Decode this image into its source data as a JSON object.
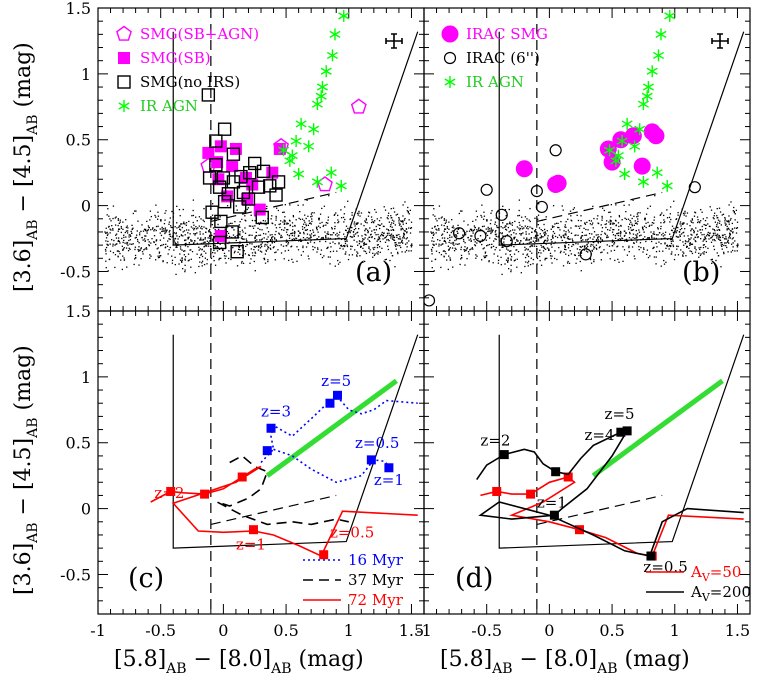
{
  "figure": {
    "xlabel_main": "[5.8]",
    "xlabel_sub1": "AB",
    "xlabel_mid": " − [8.0]",
    "xlabel_sub2": "AB",
    "xlabel_unit": " (mag)",
    "ylabel_main": "[3.6]",
    "ylabel_sub1": "AB",
    "ylabel_mid": " − [4.5]",
    "ylabel_sub2": "AB",
    "ylabel_unit": " (mag)",
    "x_tick_labels": [
      "-1",
      "-0.5",
      "0",
      "0.5",
      "1",
      "1.5"
    ],
    "y_tick_labels": [
      "-0.5",
      "0",
      "0.5",
      "1",
      "1.5"
    ],
    "panel_labels": [
      "(a)",
      "(b)",
      "(c)",
      "(d)"
    ]
  },
  "chart_data": [
    {
      "panel": "(a)",
      "type": "scatter",
      "xlim": [
        -1.0,
        1.6
      ],
      "ylim": [
        -0.8,
        1.5
      ],
      "legend_position": "top-left",
      "selection_wedge": [
        [
          -0.4,
          -0.3
        ],
        [
          0.98,
          -0.25
        ],
        [
          1.55,
          1.32
        ],
        [
          -0.4,
          1.32
        ]
      ],
      "vertical_solid_x": -0.4,
      "vertical_dashed_x": -0.1,
      "dashed_line": [
        [
          -0.1,
          -0.12
        ],
        [
          0.9,
          0.1
        ]
      ],
      "error_bar_label": "+",
      "series": [
        {
          "name": "SMG(SB+AGN)",
          "color": "#ff00ff",
          "marker": "open pentagon",
          "x": [
            -0.12,
            0.46,
            0.81,
            1.08
          ],
          "y": [
            0.3,
            0.45,
            0.16,
            0.75
          ]
        },
        {
          "name": "SMG(SB)",
          "color": "#ff00ff",
          "marker": "filled square",
          "x": [
            -0.12,
            -0.02,
            0.07,
            0.1,
            0.18,
            -0.05,
            0.23,
            -0.04,
            0.45,
            0.29,
            0.03,
            0.19,
            0.39,
            -0.02
          ],
          "y": [
            0.4,
            0.45,
            0.3,
            0.43,
            0.21,
            0.33,
            0.16,
            0.2,
            0.43,
            -0.03,
            0.07,
            0.05,
            0.25,
            -0.23
          ]
        },
        {
          "name": "SMG(no IRS)",
          "color": "#000000",
          "marker": "open square",
          "x": [
            -0.12,
            -0.06,
            0.01,
            0.08,
            -0.06,
            0.0,
            0.08,
            0.14,
            0.21,
            -0.11,
            -0.03,
            0.04,
            0.16,
            0.25,
            0.32,
            -0.09,
            0.01,
            0.13,
            0.28,
            0.2,
            -0.02,
            0.31,
            0.44,
            0.37,
            0.42,
            0.07,
            -0.03,
            0.11
          ],
          "y": [
            0.84,
            0.49,
            0.58,
            0.39,
            0.31,
            0.21,
            0.18,
            0.22,
            0.25,
            0.21,
            0.14,
            0.09,
            0.1,
            0.32,
            0.26,
            -0.05,
            0.03,
            -0.01,
            0.14,
            0.05,
            -0.12,
            -0.09,
            0.18,
            0.15,
            0.08,
            -0.2,
            -0.28,
            -0.35
          ]
        },
        {
          "name": "IR AGN",
          "color": "#00ff00",
          "marker": "asterisk",
          "x": [
            0.96,
            0.89,
            0.87,
            0.82,
            0.79,
            0.78,
            0.75,
            0.62,
            0.72,
            0.58,
            0.48,
            0.55,
            0.68,
            0.53,
            0.6,
            0.75,
            0.86,
            0.94
          ],
          "y": [
            1.44,
            1.3,
            1.14,
            1.02,
            0.9,
            0.83,
            0.77,
            0.62,
            0.58,
            0.49,
            0.42,
            0.38,
            0.45,
            0.34,
            0.24,
            0.18,
            0.25,
            0.15
          ]
        }
      ]
    },
    {
      "panel": "(b)",
      "type": "scatter",
      "xlim": [
        -1.0,
        1.6
      ],
      "ylim": [
        -0.8,
        1.5
      ],
      "legend_position": "top-left",
      "selection_wedge": [
        [
          -0.4,
          -0.3
        ],
        [
          0.98,
          -0.25
        ],
        [
          1.55,
          1.32
        ],
        [
          -0.4,
          1.32
        ]
      ],
      "vertical_solid_x": -0.4,
      "vertical_dashed_x": -0.1,
      "dashed_line": [
        [
          -0.1,
          -0.12
        ],
        [
          0.9,
          0.1
        ]
      ],
      "error_bar_label": "+",
      "series": [
        {
          "name": "IRAC SMG",
          "color": "#ff00ff",
          "marker": "filled circle",
          "x": [
            -0.2,
            0.05,
            0.07,
            0.47,
            0.5,
            0.57,
            0.67,
            0.74,
            0.85,
            0.82
          ],
          "y": [
            0.28,
            0.16,
            0.17,
            0.43,
            0.33,
            0.5,
            0.53,
            0.3,
            0.53,
            0.56
          ]
        },
        {
          "name": "IRAC (6'')",
          "color": "#000000",
          "marker": "open circle",
          "x": [
            -0.5,
            -0.55,
            -0.72,
            -0.38,
            -0.34,
            -0.1,
            -0.06,
            0.05,
            0.29,
            1.16,
            -0.96
          ],
          "y": [
            0.12,
            -0.23,
            -0.21,
            -0.07,
            -0.27,
            0.11,
            -0.01,
            0.42,
            -0.37,
            0.14,
            -0.72
          ]
        },
        {
          "name": "IR AGN",
          "color": "#00ff00",
          "marker": "asterisk",
          "x": [
            0.96,
            0.89,
            0.87,
            0.82,
            0.79,
            0.78,
            0.75,
            0.62,
            0.72,
            0.58,
            0.48,
            0.55,
            0.68,
            0.53,
            0.6,
            0.75,
            0.86,
            0.94
          ],
          "y": [
            1.44,
            1.3,
            1.14,
            1.02,
            0.9,
            0.83,
            0.77,
            0.62,
            0.58,
            0.49,
            0.42,
            0.38,
            0.45,
            0.34,
            0.24,
            0.18,
            0.25,
            0.15
          ]
        }
      ]
    },
    {
      "panel": "(c)",
      "type": "line",
      "xlim": [
        -1.0,
        1.6
      ],
      "ylim": [
        -0.8,
        1.5
      ],
      "legend_position": "bottom-right",
      "selection_wedge": [
        [
          -0.4,
          -0.3
        ],
        [
          0.98,
          -0.25
        ],
        [
          1.55,
          1.32
        ],
        [
          -0.4,
          1.32
        ]
      ],
      "vertical_dashed_x": -0.1,
      "dashed_line": [
        [
          -0.1,
          -0.12
        ],
        [
          0.9,
          0.1
        ]
      ],
      "green_line": [
        [
          0.35,
          0.25
        ],
        [
          1.38,
          0.97
        ]
      ],
      "series": [
        {
          "name": "16 Myr",
          "color": "#0000ff",
          "style": "dotted",
          "points": [
            [
              0.3,
              0.35
            ],
            [
              0.4,
              0.45
            ],
            [
              0.38,
              0.55
            ],
            [
              0.4,
              0.63
            ],
            [
              0.55,
              0.55
            ],
            [
              0.72,
              0.7
            ],
            [
              0.83,
              0.8
            ],
            [
              0.9,
              0.86
            ],
            [
              1.0,
              0.75
            ],
            [
              1.1,
              0.72
            ],
            [
              1.2,
              0.75
            ],
            [
              1.3,
              0.82
            ],
            [
              1.55,
              0.8
            ]
          ],
          "tail": [
            [
              0.4,
              0.45
            ],
            [
              0.55,
              0.4
            ],
            [
              0.7,
              0.3
            ],
            [
              0.9,
              0.2
            ],
            [
              1.1,
              0.25
            ],
            [
              1.2,
              0.37
            ],
            [
              1.28,
              0.36
            ],
            [
              1.35,
              0.3
            ]
          ],
          "marked_points": [
            [
              0.35,
              0.44
            ],
            [
              0.38,
              0.61
            ],
            [
              0.85,
              0.8
            ],
            [
              0.91,
              0.86
            ],
            [
              1.18,
              0.37
            ],
            [
              1.32,
              0.31
            ]
          ],
          "labels": [
            {
              "text": "z=3",
              "x": 0.3,
              "y": 0.7
            },
            {
              "text": "z=5",
              "x": 0.78,
              "y": 0.93
            },
            {
              "text": "z=0.5",
              "x": 1.05,
              "y": 0.46
            },
            {
              "text": "z=1",
              "x": 1.2,
              "y": 0.18
            }
          ]
        },
        {
          "name": "37 Myr",
          "color": "#000000",
          "style": "dashed",
          "points": [
            [
              0.05,
              0.35
            ],
            [
              0.15,
              0.4
            ],
            [
              0.25,
              0.32
            ],
            [
              0.35,
              0.28
            ],
            [
              0.3,
              0.15
            ],
            [
              0.2,
              0.08
            ],
            [
              0.05,
              0.02
            ],
            [
              -0.05,
              0.05
            ],
            [
              0.15,
              -0.05
            ],
            [
              0.35,
              -0.12
            ],
            [
              0.55,
              -0.1
            ],
            [
              0.7,
              -0.12
            ],
            [
              0.9,
              -0.08
            ],
            [
              1.0,
              -0.1
            ]
          ],
          "marked_points": []
        },
        {
          "name": "72 Myr",
          "color": "#ff0000",
          "style": "solid",
          "points": [
            [
              -0.58,
              0.05
            ],
            [
              -0.42,
              0.13
            ],
            [
              -0.32,
              0.12
            ],
            [
              -0.15,
              0.11
            ],
            [
              0.0,
              0.15
            ],
            [
              0.15,
              0.24
            ],
            [
              0.25,
              0.3
            ],
            [
              0.3,
              0.32
            ],
            [
              0.1,
              0.2
            ],
            [
              -0.4,
              0.04
            ],
            [
              -0.2,
              -0.17
            ],
            [
              0.0,
              -0.18
            ],
            [
              0.24,
              -0.17
            ],
            [
              0.4,
              -0.2
            ],
            [
              0.6,
              -0.28
            ],
            [
              0.78,
              -0.36
            ],
            [
              0.95,
              -0.02
            ],
            [
              1.55,
              -0.05
            ]
          ],
          "marked_points": [
            [
              -0.42,
              0.13
            ],
            [
              -0.15,
              0.11
            ],
            [
              0.15,
              0.24
            ],
            [
              0.24,
              -0.16
            ],
            [
              0.8,
              -0.35
            ]
          ],
          "labels": [
            {
              "text": "z=2",
              "x": -0.55,
              "y": 0.08
            },
            {
              "text": "z=1",
              "x": 0.1,
              "y": -0.31
            },
            {
              "text": "z=0.5",
              "x": 0.85,
              "y": -0.22
            }
          ]
        }
      ]
    },
    {
      "panel": "(d)",
      "type": "line",
      "xlim": [
        -1.0,
        1.6
      ],
      "ylim": [
        -0.8,
        1.5
      ],
      "legend_position": "bottom-right",
      "selection_wedge": [
        [
          -0.4,
          -0.3
        ],
        [
          0.98,
          -0.25
        ],
        [
          1.55,
          1.32
        ],
        [
          -0.4,
          1.32
        ]
      ],
      "vertical_dashed_x": -0.1,
      "dashed_line": [
        [
          -0.1,
          -0.12
        ],
        [
          0.9,
          0.1
        ]
      ],
      "green_line": [
        [
          0.35,
          0.25
        ],
        [
          1.38,
          0.97
        ]
      ],
      "series": [
        {
          "name": "A_V=50",
          "label_main": "A",
          "label_sub": "V",
          "label_val": "=50",
          "color": "#ff0000",
          "style": "solid",
          "points": [
            [
              -0.55,
              0.1
            ],
            [
              -0.42,
              0.13
            ],
            [
              -0.3,
              0.11
            ],
            [
              -0.15,
              0.11
            ],
            [
              0.0,
              0.2
            ],
            [
              0.15,
              0.24
            ],
            [
              0.2,
              0.2
            ],
            [
              -0.05,
              0.05
            ],
            [
              -0.3,
              -0.05
            ],
            [
              0.0,
              -0.1
            ],
            [
              0.24,
              -0.16
            ],
            [
              0.45,
              -0.22
            ],
            [
              0.7,
              -0.34
            ],
            [
              0.82,
              -0.36
            ],
            [
              0.95,
              -0.05
            ],
            [
              1.55,
              -0.08
            ]
          ],
          "marked_points": [
            [
              -0.42,
              0.13
            ],
            [
              -0.15,
              0.11
            ],
            [
              0.15,
              0.24
            ],
            [
              0.24,
              -0.16
            ],
            [
              0.82,
              -0.36
            ]
          ]
        },
        {
          "name": "A_V=200",
          "label_main": "A",
          "label_sub": "V",
          "label_val": "=200",
          "color": "#000000",
          "style": "solid",
          "points": [
            [
              -0.58,
              0.22
            ],
            [
              -0.5,
              0.33
            ],
            [
              -0.36,
              0.41
            ],
            [
              -0.2,
              0.45
            ],
            [
              -0.12,
              0.43
            ],
            [
              -0.05,
              0.34
            ],
            [
              0.05,
              0.28
            ],
            [
              0.15,
              0.26
            ],
            [
              0.25,
              0.38
            ],
            [
              0.35,
              0.48
            ],
            [
              0.57,
              0.58
            ],
            [
              0.62,
              0.59
            ],
            [
              0.5,
              0.4
            ],
            [
              0.3,
              0.15
            ],
            [
              0.1,
              0.0
            ],
            [
              0.04,
              -0.05
            ],
            [
              -0.3,
              -0.08
            ],
            [
              -0.55,
              -0.05
            ],
            [
              -0.4,
              0.05
            ],
            [
              0.0,
              -0.05
            ],
            [
              0.35,
              -0.2
            ],
            [
              0.6,
              -0.32
            ],
            [
              0.8,
              -0.36
            ],
            [
              0.9,
              -0.1
            ],
            [
              1.1,
              0.0
            ],
            [
              1.55,
              -0.03
            ]
          ],
          "marked_points": [
            [
              -0.36,
              0.41
            ],
            [
              0.05,
              0.28
            ],
            [
              0.57,
              0.58
            ],
            [
              0.62,
              0.59
            ],
            [
              0.04,
              -0.05
            ],
            [
              0.81,
              -0.36
            ]
          ],
          "labels": [
            {
              "text": "z=2",
              "x": -0.55,
              "y": 0.48
            },
            {
              "text": "z=5",
              "x": 0.44,
              "y": 0.68
            },
            {
              "text": "z=4",
              "x": 0.28,
              "y": 0.52
            },
            {
              "text": "z=1",
              "x": -0.1,
              "y": 0.01
            },
            {
              "text": "z=0.5",
              "x": 0.75,
              "y": -0.48
            }
          ]
        }
      ]
    }
  ]
}
